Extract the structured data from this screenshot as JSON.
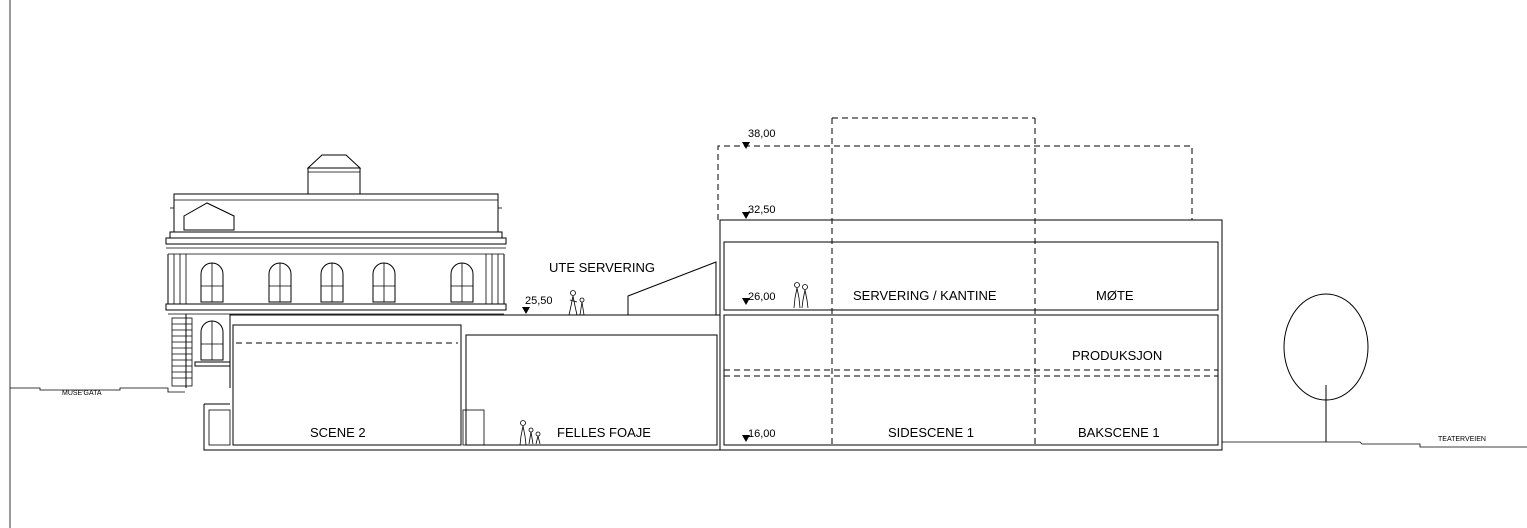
{
  "drawing": {
    "streets": {
      "left": "MUSE'GATA",
      "right": "TEATERVEIEN"
    },
    "rooms": {
      "scene2": "SCENE 2",
      "felles_foaje": "FELLES FOAJE",
      "ute_servering": "UTE SERVERING",
      "servering_kantine": "SERVERING / KANTINE",
      "mote": "MØTE",
      "produksjon": "PRODUKSJON",
      "sidescene1": "SIDESCENE 1",
      "bakscene1": "BAKSCENE 1"
    },
    "levels": {
      "l3800": "38,00",
      "l3250": "32,50",
      "l2600": "26,00",
      "l2550": "25,50",
      "l1600": "16,00"
    }
  }
}
